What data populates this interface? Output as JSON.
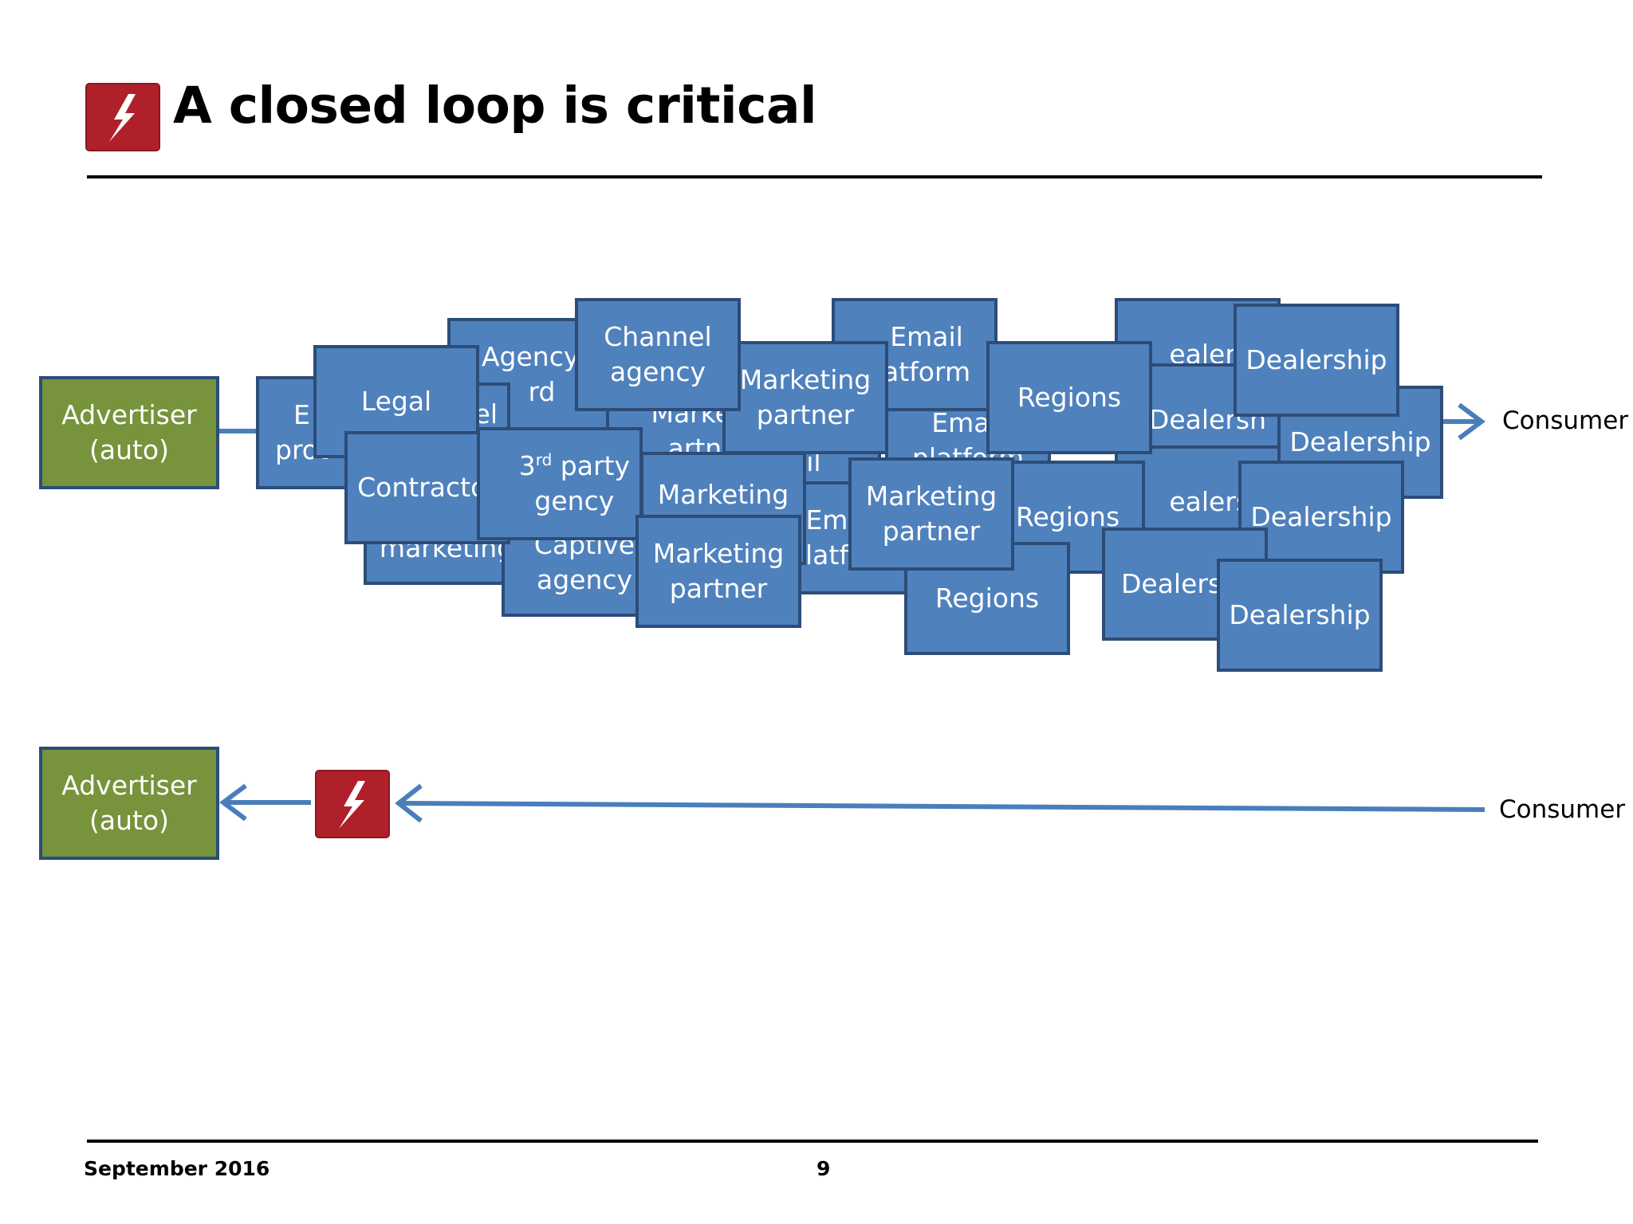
{
  "slide": {
    "title": "A closed loop is critical",
    "footer_date": "September 2016",
    "page_number": "9",
    "logo_icon": "lightning-bolt-icon",
    "colors": {
      "brand_red": "#b0202a",
      "box_blue": "#4f81bd",
      "box_border": "#2c4d78",
      "advertiser_green": "#77933c",
      "arrow_blue": "#4a7ebb"
    }
  },
  "top_flow": {
    "source": "Advertiser\n(auto)",
    "target": "Consumer",
    "boxes": [
      "E\nprot",
      "Agency c\nrd",
      "nel",
      "Legal",
      "Channel\nagency",
      "Marketin\nartner",
      "Email\natform",
      "Marketing\npartner",
      "ealersh",
      "Dealership",
      "Dealersh",
      "Dealership",
      "Regions",
      "Email\nplatform",
      "ail",
      "marketing",
      "Contractor",
      "party\ngency",
      "Captive\nagency",
      "Marketing",
      "Marketing\npartner",
      "Ema\nlatfo",
      "Marketing\npartner",
      "Regions",
      "Regions",
      "ealersh",
      "Dealership",
      "Dealersl",
      "Dealership"
    ],
    "third_party_prefix": "3",
    "third_party_superscript": "rd"
  },
  "bottom_flow": {
    "source": "Advertiser\n(auto)",
    "target": "Consumer",
    "hub_icon": "lightning-bolt-icon"
  }
}
